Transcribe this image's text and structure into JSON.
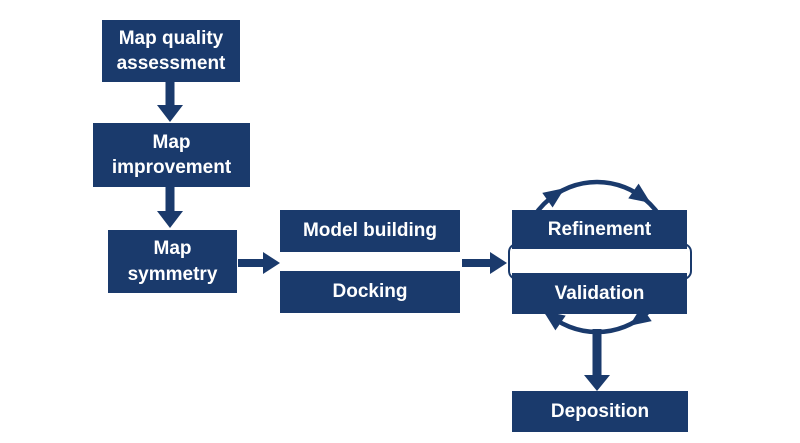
{
  "colors": {
    "bg": "#ffffff",
    "boxbg": "#1a3a6c",
    "arrow": "#1a3a6c",
    "boxtext": "#ffffff"
  },
  "boxes": {
    "map_quality": {
      "line1": "Map quality",
      "line2": "assessment"
    },
    "map_improvement": {
      "line1": "Map",
      "line2": "improvement"
    },
    "map_symmetry": {
      "line1": "Map",
      "line2": "symmetry"
    },
    "model_building": {
      "label": "Model building"
    },
    "docking": {
      "label": "Docking"
    },
    "refinement": {
      "label": "Refinement"
    },
    "validation": {
      "label": "Validation"
    },
    "deposition": {
      "label": "Deposition"
    }
  }
}
